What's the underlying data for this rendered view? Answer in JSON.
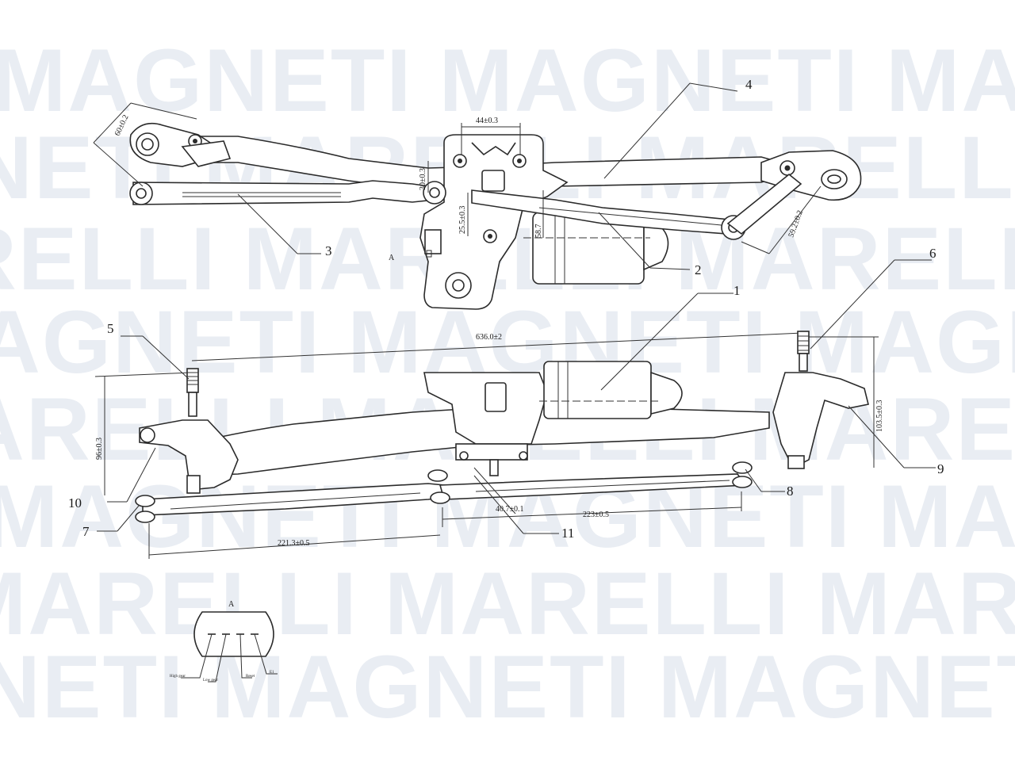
{
  "watermark": {
    "rows": [
      "MAGNETI MAGNETI MAGNET",
      "NETI MARELLI MARELLI",
      "RELLI MARELLI MARELLI",
      "AGNETI MAGNETI MAGNETI",
      "ARELLI MARELLI MARELLI",
      "MAGNETI MAGNETI MAGNET",
      "MARELLI MARELLI MARELLI",
      "NETI MAGNETI MAGNETI"
    ]
  },
  "callouts": {
    "c1": "1",
    "c2": "2",
    "c3": "3",
    "c4": "4",
    "c5": "5",
    "c6": "6",
    "c7": "7",
    "c8": "8",
    "c9": "9",
    "c10": "10",
    "c11": "11"
  },
  "dimensions": {
    "d_60": "60±0.2",
    "d_44": "44±0.3",
    "d_30": "30±0.3",
    "d_25": "25.5±0.3",
    "d_58": "58.7",
    "d_59": "59.2±0.2",
    "d_636": "636.0±2",
    "d_96": "96±0.3",
    "d_103": "103.5±0.3",
    "d_40": "40.7±0.1",
    "d_223": "223±0.5",
    "d_221": "221.3±0.5",
    "label_a_top": "A",
    "label_a_conn": "A"
  },
  "connector": {
    "pins": [
      "High gear",
      "Low gear",
      "Reset",
      "E1"
    ]
  }
}
